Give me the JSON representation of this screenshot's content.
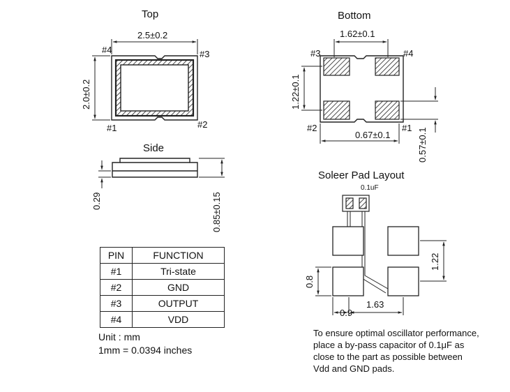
{
  "top_view": {
    "title": "Top",
    "width_dim": "2.5±0.2",
    "height_dim": "2.0±0.2",
    "pin1": "#1",
    "pin2": "#2",
    "pin3": "#3",
    "pin4": "#4"
  },
  "bottom_view": {
    "title": "Bottom",
    "pad_spacing_x": "1.62±0.1",
    "pad_spacing_y": "1.22±0.1",
    "pad_width": "0.67±0.1",
    "pad_height": "0.57±0.1",
    "pin1": "#1",
    "pin2": "#2",
    "pin3": "#3",
    "pin4": "#4"
  },
  "side_view": {
    "title": "Side",
    "base_height": "0.29",
    "total_height": "0.85±0.15"
  },
  "solder_pad": {
    "title": "Soleer Pad Layout",
    "cap_label": "0.1uF",
    "spacing_y": "1.22",
    "pad_size": "0.8",
    "pad_width": "0.9",
    "spacing_x": "1.63"
  },
  "pin_table": {
    "headers": [
      "PIN",
      "FUNCTION"
    ],
    "rows": [
      {
        "pin": "#1",
        "function": "Tri-state"
      },
      {
        "pin": "#2",
        "function": "GND"
      },
      {
        "pin": "#3",
        "function": "OUTPUT"
      },
      {
        "pin": "#4",
        "function": "VDD"
      }
    ]
  },
  "units": {
    "line1": "Unit : mm",
    "line2": "1mm = 0.0394 inches"
  },
  "note": "To ensure optimal oscillator performance, place a by-pass capacitor of 0.1μF as close to the part as possible between Vdd and GND pads."
}
